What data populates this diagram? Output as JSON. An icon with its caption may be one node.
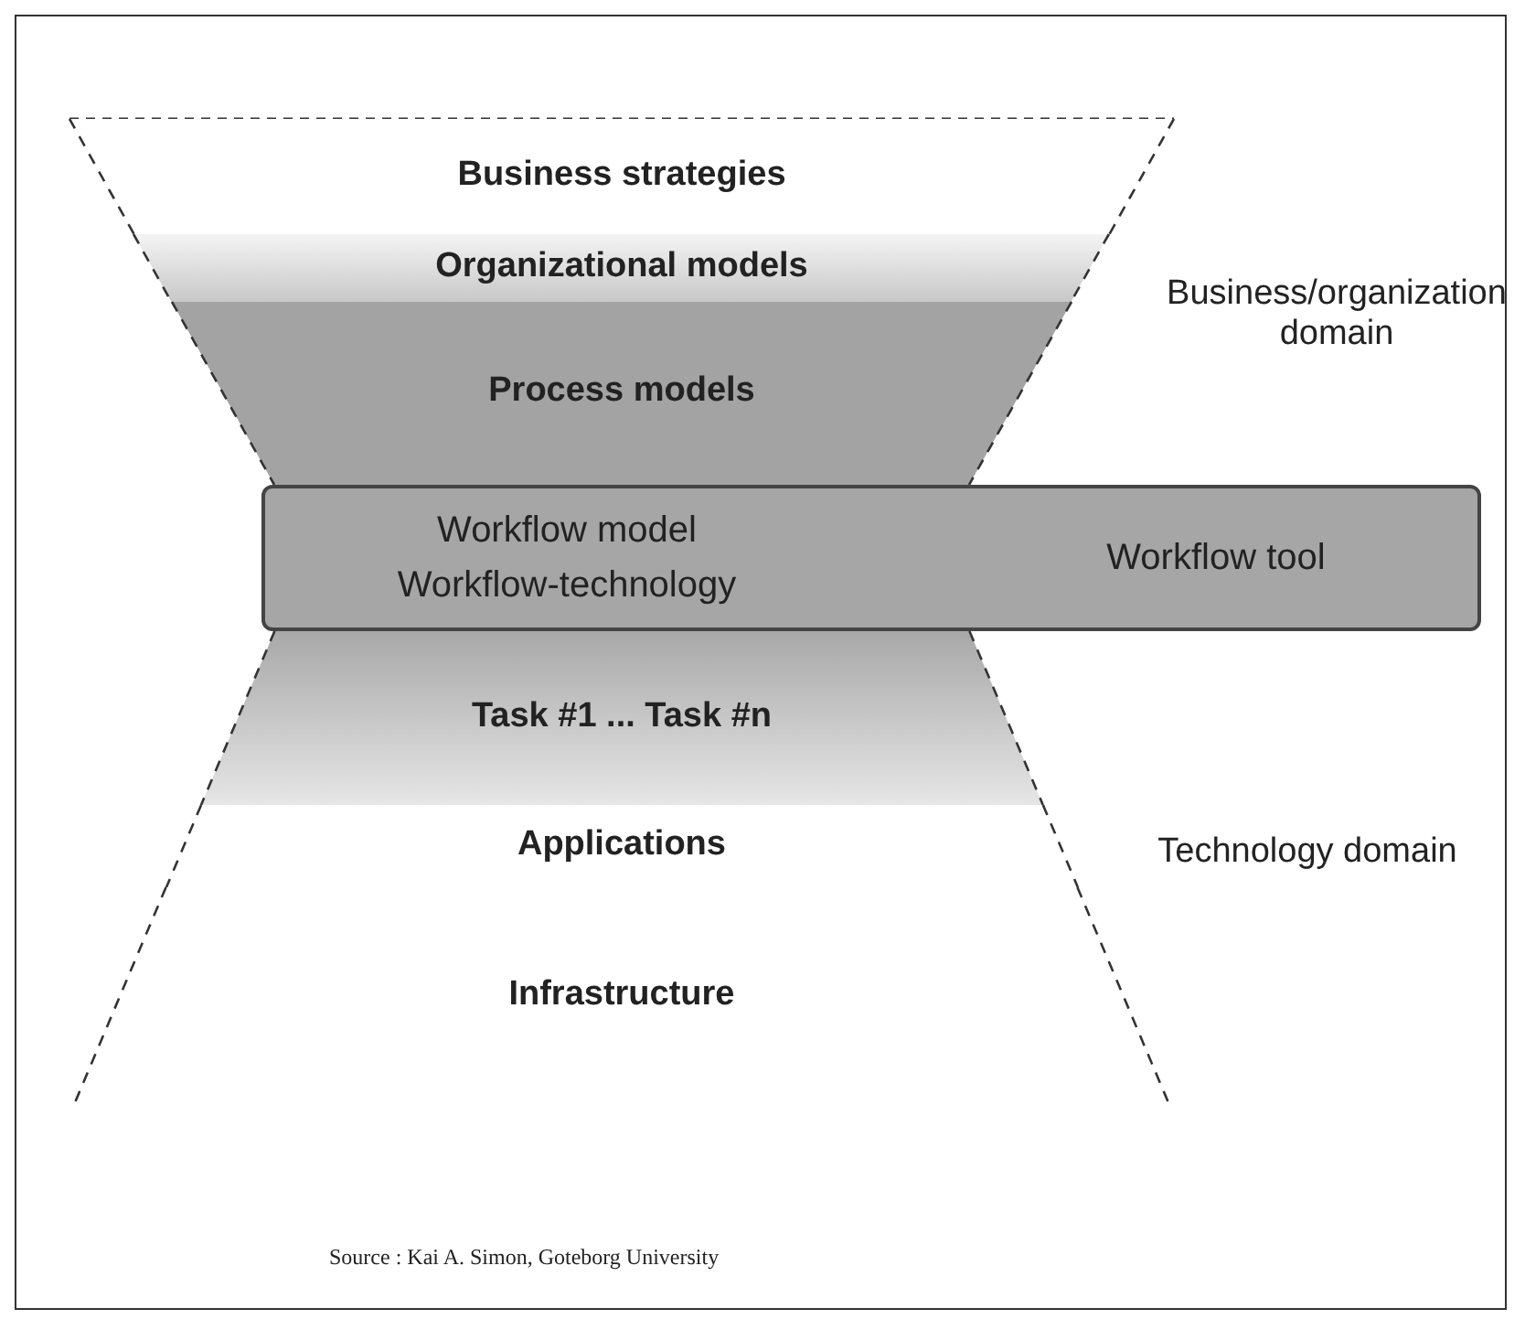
{
  "diagram": {
    "caption": "Source : Kai A. Simon, Goteborg University",
    "nodes": [
      {
        "text": [
          "Business strategies"
        ]
      },
      {
        "text": [
          "Organizational models"
        ]
      },
      {
        "text": [
          "Process models"
        ]
      },
      {
        "text": [
          "Workflow model",
          "Workflow-technology",
          "Workflow tool"
        ]
      },
      {
        "text": [
          "Task #1 ... Task #n"
        ]
      },
      {
        "text": [
          "Applications"
        ]
      },
      {
        "text": [
          "Infrastructure"
        ]
      }
    ],
    "labels": [
      "Business/organization domain",
      "Technology domain"
    ]
  }
}
